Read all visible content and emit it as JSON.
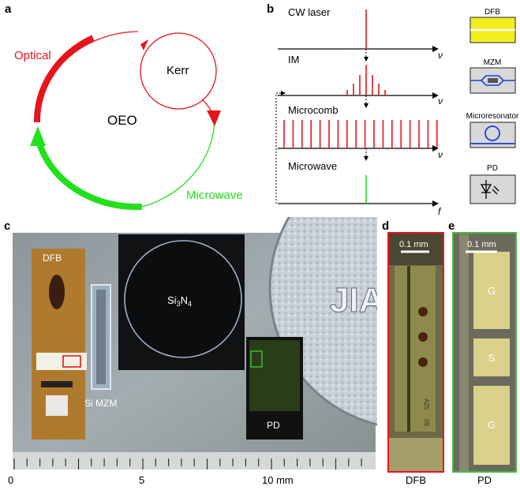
{
  "panels": {
    "a": {
      "letter": "a",
      "labels": {
        "optical": "Optical",
        "kerr": "Kerr",
        "oeo": "OEO",
        "microwave": "Microwave"
      },
      "colors": {
        "optical": "#e8141b",
        "microwave": "#22e01c"
      }
    },
    "b": {
      "letter": "b",
      "rows": [
        {
          "label": "CW laser",
          "axis": "ν"
        },
        {
          "label": "IM",
          "axis": "ν"
        },
        {
          "label": "Microcomb",
          "axis": "ν"
        },
        {
          "label": "Microwave",
          "axis": "f"
        }
      ],
      "components": [
        "DFB",
        "MZM",
        "Microresonator",
        "PD"
      ]
    },
    "c": {
      "letter": "c",
      "chip_labels": {
        "dfb": "DFB",
        "si_mzm": "Si MZM",
        "sin_main": "Si",
        "sin_sub": "3",
        "sin_mid": "N",
        "sin_sub2": "4",
        "pd": "PD"
      },
      "coin_text": "JIA",
      "ruler_ticks": [
        "0",
        "5",
        "10 mm"
      ]
    },
    "d": {
      "letter": "d",
      "scale": "0.1 mm",
      "caption": "DFB",
      "chip_marks": [
        "A25",
        "09"
      ],
      "frame_color": "#e8141b"
    },
    "e": {
      "letter": "e",
      "scale": "0.1 mm",
      "caption": "PD",
      "pads": [
        "G",
        "S",
        "G"
      ],
      "frame_color": "#3fbf3f"
    }
  }
}
